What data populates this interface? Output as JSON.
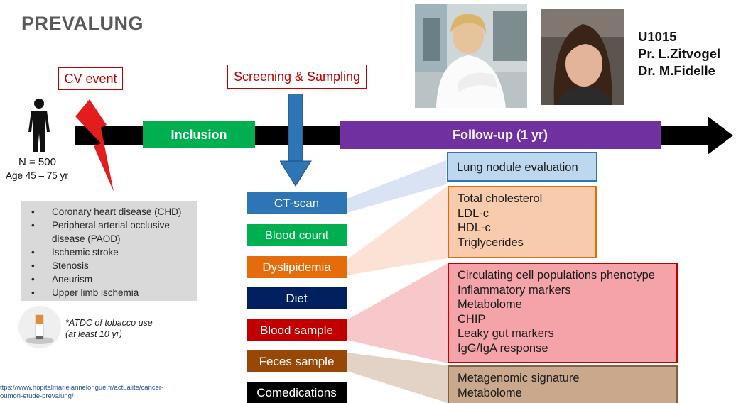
{
  "title": "PREVALUNG",
  "cv_event": "CV event",
  "screening": "Screening & Sampling",
  "timeline": {
    "inclusion": "Inclusion",
    "followup": "Follow-up (1 yr)"
  },
  "cohort": {
    "n": "N = 500",
    "age": "Age 45 – 75 yr"
  },
  "conditions": [
    "Coronary heart disease (CHD)",
    "Peripheral arterial occlusive",
    "disease (PAOD)",
    "Ischemic stroke",
    "Stenosis",
    "Aneurism",
    "Upper limb ischemia"
  ],
  "tobacco_note": [
    "*ATDC of tobacco use",
    "(at least 10 yr)"
  ],
  "url": [
    "ttps://www.hopitalmarielannelongue.fr/actualite/cancer-",
    "oumon-etude-prevalung/"
  ],
  "team": {
    "unit": "U1015",
    "pi1": "Pr. L.Zitvogel",
    "pi2": "Dr. M.Fidelle"
  },
  "samples": [
    {
      "label": "CT-scan",
      "color": "#2e75b6"
    },
    {
      "label": "Blood count",
      "color": "#00b050"
    },
    {
      "label": "Dyslipidemia",
      "color": "#e46c0a"
    },
    {
      "label": "Diet",
      "color": "#002060"
    },
    {
      "label": "Blood sample",
      "color": "#c00000"
    },
    {
      "label": "Feces sample",
      "color": "#974806"
    },
    {
      "label": "Comedications",
      "color": "#000000"
    }
  ],
  "details": {
    "lung": [
      "Lung nodule evaluation"
    ],
    "lipids": [
      "Total cholesterol",
      "LDL-c",
      "HDL-c",
      "Triglycerides"
    ],
    "blood": [
      "Circulating cell populations phenotype",
      "Inflammatory markers",
      "Metabolome",
      "CHIP",
      "Leaky gut markers",
      "IgG/IgA response"
    ],
    "feces": [
      "Metagenomic signature",
      "Metabolome"
    ]
  },
  "colors": {
    "inclusion": "#00b050",
    "followup": "#7030a0",
    "down_arrow": "#2e75b6",
    "lung_fill": "#bdd7ee",
    "lung_border": "#2e75b6",
    "lipid_fill": "#f8cbad",
    "lipid_border": "#e46c0a",
    "blood_fill": "#f4a3a8",
    "blood_border": "#c00000",
    "feces_fill": "#c9a88c",
    "feces_border": "#7f5f3f"
  }
}
